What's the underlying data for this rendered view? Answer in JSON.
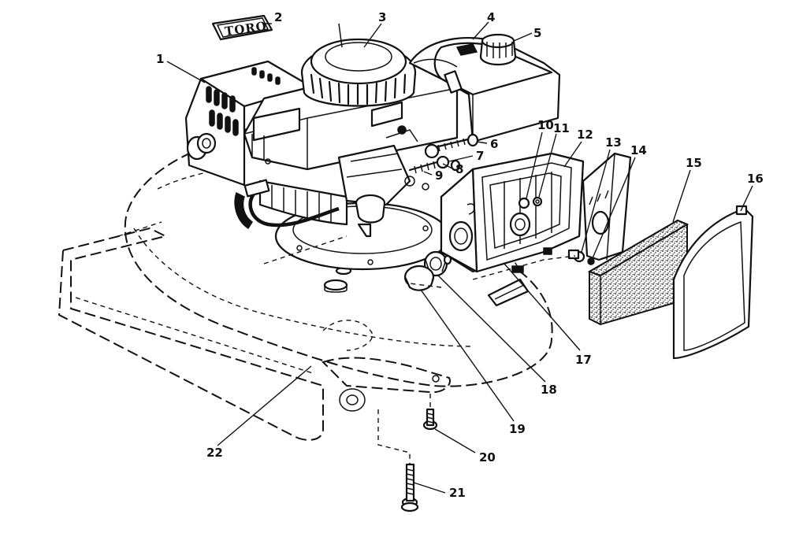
{
  "brand_logo_text": "TORO",
  "callouts": [
    {
      "id": "1",
      "label": "1"
    },
    {
      "id": "2",
      "label": "2"
    },
    {
      "id": "3",
      "label": "3"
    },
    {
      "id": "4",
      "label": "4"
    },
    {
      "id": "5",
      "label": "5"
    },
    {
      "id": "6",
      "label": "6"
    },
    {
      "id": "7",
      "label": "7"
    },
    {
      "id": "8",
      "label": "8"
    },
    {
      "id": "9",
      "label": "9"
    },
    {
      "id": "10",
      "label": "10"
    },
    {
      "id": "11",
      "label": "11"
    },
    {
      "id": "12",
      "label": "12"
    },
    {
      "id": "13",
      "label": "13"
    },
    {
      "id": "14",
      "label": "14"
    },
    {
      "id": "15",
      "label": "15"
    },
    {
      "id": "16",
      "label": "16"
    },
    {
      "id": "17",
      "label": "17"
    },
    {
      "id": "18",
      "label": "18"
    },
    {
      "id": "19",
      "label": "19"
    },
    {
      "id": "20",
      "label": "20"
    },
    {
      "id": "21",
      "label": "21"
    },
    {
      "id": "22",
      "label": "22"
    }
  ]
}
